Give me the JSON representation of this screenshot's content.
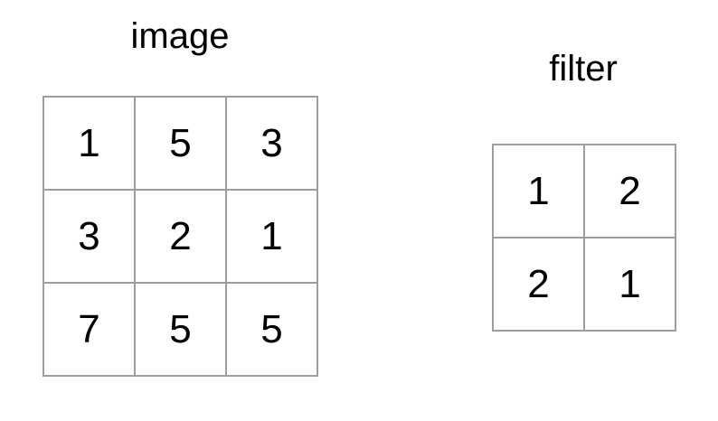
{
  "image": {
    "title": "image",
    "rows": [
      [
        "1",
        "5",
        "3"
      ],
      [
        "3",
        "2",
        "1"
      ],
      [
        "7",
        "5",
        "5"
      ]
    ]
  },
  "filter": {
    "title": "filter",
    "rows": [
      [
        "1",
        "2"
      ],
      [
        "2",
        "1"
      ]
    ]
  },
  "colors": {
    "grid_line": "#9e9e9e",
    "text": "#000000",
    "background": "#ffffff"
  }
}
